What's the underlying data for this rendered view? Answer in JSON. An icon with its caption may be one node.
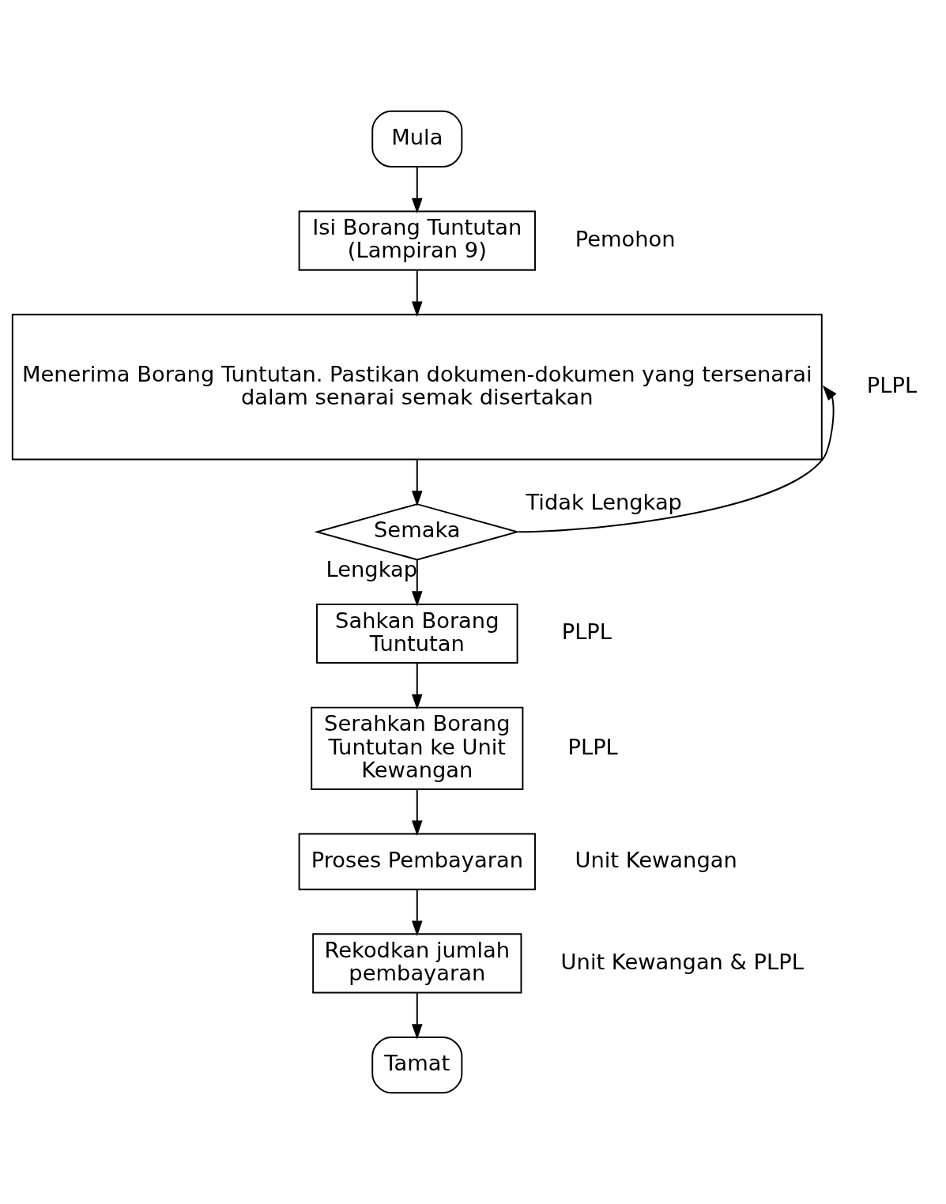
{
  "diagram": {
    "nodes": [
      {
        "text": [
          "Mula"
        ]
      },
      {
        "text": [
          "Isi Borang Tuntutan (Lampiran 9)"
        ],
        "beside": [
          "Pemohon"
        ]
      },
      {
        "text": [
          "Menerima Borang Tuntutan. Pastikan dokumen-dokumen yang tersenarai dalam senarai semak disertakan"
        ],
        "beside": [
          "PLPL"
        ]
      },
      {
        "text": [
          "Semaka"
        ]
      },
      {
        "text": [
          "Sahkan Borang Tuntutan"
        ],
        "beside": [
          "PLPL"
        ]
      },
      {
        "text": [
          "Serahkan Borang Tuntutan ke Unit Kewangan"
        ],
        "beside": [
          "PLPL"
        ]
      },
      {
        "text": [
          "Proses Pembayaran"
        ],
        "beside": [
          "Unit Kewangan"
        ]
      },
      {
        "text": [
          "Rekodkan jumlah pembayaran"
        ],
        "beside": [
          "Unit Kewangan & PLPL"
        ]
      },
      {
        "text": [
          "Tamat"
        ]
      }
    ],
    "edges": [
      {
        "from": 0,
        "to": 1,
        "arrow": "to"
      },
      {
        "from": 1,
        "to": 2,
        "arrow": "to"
      },
      {
        "from": 2,
        "to": 3,
        "arrow": "to"
      },
      {
        "from": 3,
        "to": 2,
        "arrow": "to",
        "label": "Tidak Lengkap"
      },
      {
        "from": 3,
        "to": 4,
        "arrow": "to",
        "label": "Lengkap"
      },
      {
        "from": 4,
        "to": 5,
        "arrow": "to"
      },
      {
        "from": 5,
        "to": 6,
        "arrow": "to"
      },
      {
        "from": 6,
        "to": 7,
        "arrow": "to"
      },
      {
        "from": 7,
        "to": 8,
        "arrow": "to"
      }
    ]
  }
}
